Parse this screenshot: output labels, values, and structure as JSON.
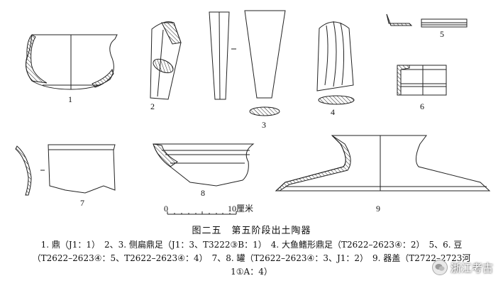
{
  "figure": {
    "labels": [
      "1",
      "2",
      "3",
      "4",
      "5",
      "6",
      "7",
      "8",
      "9"
    ],
    "scale": {
      "start": "0",
      "end": "10厘米"
    },
    "title": "图二五　第五阶段出土陶器",
    "caption": {
      "line1": "1. 鼎（J1：1）　2、3. 侧扁鼎足（J1：3、T3222③B：1）　4. 大鱼鳍形鼎足（T2622–2623④：2）　5、6. 豆",
      "line2": "（T2622–2623④：5、T2622–2623④：4）　7、8. 罐（T2622–2623④：3、J1：2）　9. 器盖（T2722–2723河",
      "line3": "1①A：4）"
    }
  },
  "watermark": {
    "text": "浙江考古",
    "icon": "wechat-icon"
  }
}
